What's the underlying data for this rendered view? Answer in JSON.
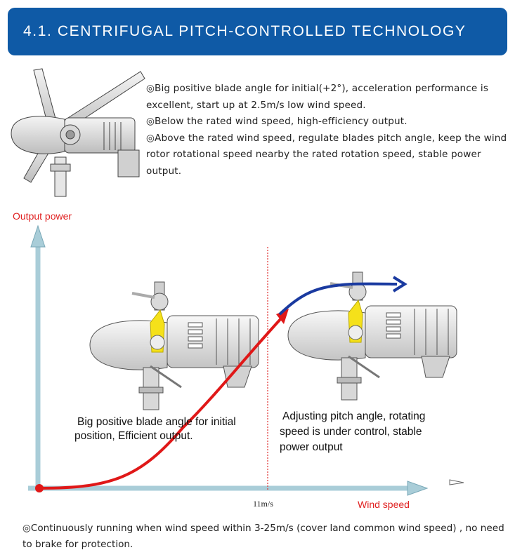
{
  "banner": {
    "title": "4.1. CENTRIFUGAL PITCH-CONTROLLED TECHNOLOGY"
  },
  "features": [
    "◎Big positive blade angle for initial(+2°), acceleration performance is excellent, start up at 2.5m/s low wind speed.",
    "◎Below the rated wind speed, high-efficiency output.",
    "◎Above the rated wind speed, regulate blades pitch angle, keep the wind rotor rotational speed nearby the rated rotation speed, stable power output."
  ],
  "diagram": {
    "y_axis_label": "Output power",
    "x_axis_label": "Wind speed",
    "rated_speed_label": "11m/s",
    "left_caption": [
      "Big positive blade angle for initial",
      "position, Efficient  output."
    ],
    "right_caption": [
      "Adjusting pitch angle,  rotating",
      "speed is under control, stable",
      "power output"
    ],
    "colors": {
      "axis": "#a9cdd8",
      "labels_red": "#e02020",
      "curve_red": "#e01818",
      "curve_blue": "#1a3aa0",
      "rated_line": "#e03030"
    },
    "icons": [
      "turbine-nacelle-icon",
      "turbine-nacelle-icon"
    ]
  },
  "footer": {
    "note": "◎Continuously running when wind speed within 3-25m/s (cover land common wind speed) , no need to brake for protection."
  }
}
